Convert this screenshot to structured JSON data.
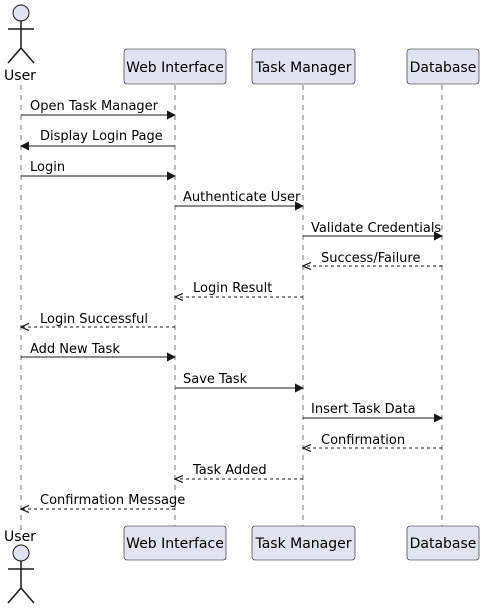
{
  "participants": [
    {
      "id": "user",
      "label": "User",
      "kind": "actor"
    },
    {
      "id": "web",
      "label": "Web Interface",
      "kind": "box"
    },
    {
      "id": "tm",
      "label": "Task Manager",
      "kind": "box"
    },
    {
      "id": "db",
      "label": "Database",
      "kind": "box"
    }
  ],
  "messages": [
    {
      "from": "user",
      "to": "web",
      "label": "Open Task Manager",
      "style": "solid"
    },
    {
      "from": "web",
      "to": "user",
      "label": "Display Login Page",
      "style": "solid"
    },
    {
      "from": "user",
      "to": "web",
      "label": "Login",
      "style": "solid"
    },
    {
      "from": "web",
      "to": "tm",
      "label": "Authenticate User",
      "style": "solid"
    },
    {
      "from": "tm",
      "to": "db",
      "label": "Validate Credentials",
      "style": "solid"
    },
    {
      "from": "db",
      "to": "tm",
      "label": "Success/Failure",
      "style": "dashed"
    },
    {
      "from": "tm",
      "to": "web",
      "label": "Login Result",
      "style": "dashed"
    },
    {
      "from": "web",
      "to": "user",
      "label": "Login Successful",
      "style": "dashed"
    },
    {
      "from": "user",
      "to": "web",
      "label": "Add New Task",
      "style": "solid"
    },
    {
      "from": "web",
      "to": "tm",
      "label": "Save Task",
      "style": "solid"
    },
    {
      "from": "tm",
      "to": "db",
      "label": "Insert Task Data",
      "style": "solid"
    },
    {
      "from": "db",
      "to": "tm",
      "label": "Confirmation",
      "style": "dashed"
    },
    {
      "from": "tm",
      "to": "web",
      "label": "Task Added",
      "style": "dashed"
    },
    {
      "from": "web",
      "to": "user",
      "label": "Confirmation Message",
      "style": "dashed"
    }
  ],
  "colors": {
    "participant_fill": "#E2E2F0",
    "line": "#181818"
  }
}
